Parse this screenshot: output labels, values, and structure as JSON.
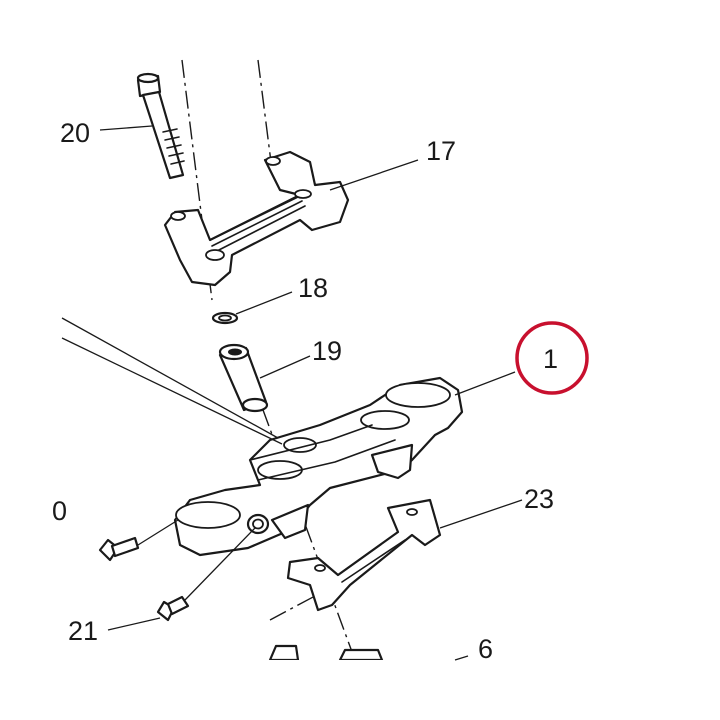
{
  "callouts": {
    "p20": "20",
    "p17": "17",
    "p18": "18",
    "p19": "19",
    "p1": "1",
    "p23": "23",
    "p21": "21",
    "p6": "6",
    "p0_partial": "0"
  },
  "highlight_color": "#c8102e"
}
